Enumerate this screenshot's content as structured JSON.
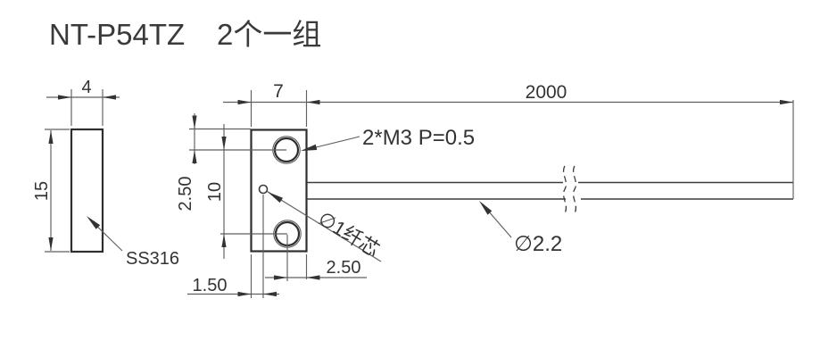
{
  "title": {
    "model": "NT-P54TZ",
    "set_label": "2个一组"
  },
  "side_view": {
    "width_dim": "4",
    "height_dim": "15",
    "material_label": "SS316"
  },
  "front_view": {
    "body_width_dim": "7",
    "top_hole_offset_dim": "2.50",
    "hole_pitch_dim": "10",
    "hole_edge_dim": "2.50",
    "fiber_offset_dim": "1.50",
    "thread_label": "2*M3 P=0.5",
    "fiber_core_label": "∅1纤芯"
  },
  "cable": {
    "length_dim": "2000",
    "diameter_label": "∅2.2"
  },
  "colors": {
    "line_bold": "#2e2e2e",
    "line_thin": "#5f5f5f",
    "text": "#333333",
    "background": "#ffffff"
  }
}
